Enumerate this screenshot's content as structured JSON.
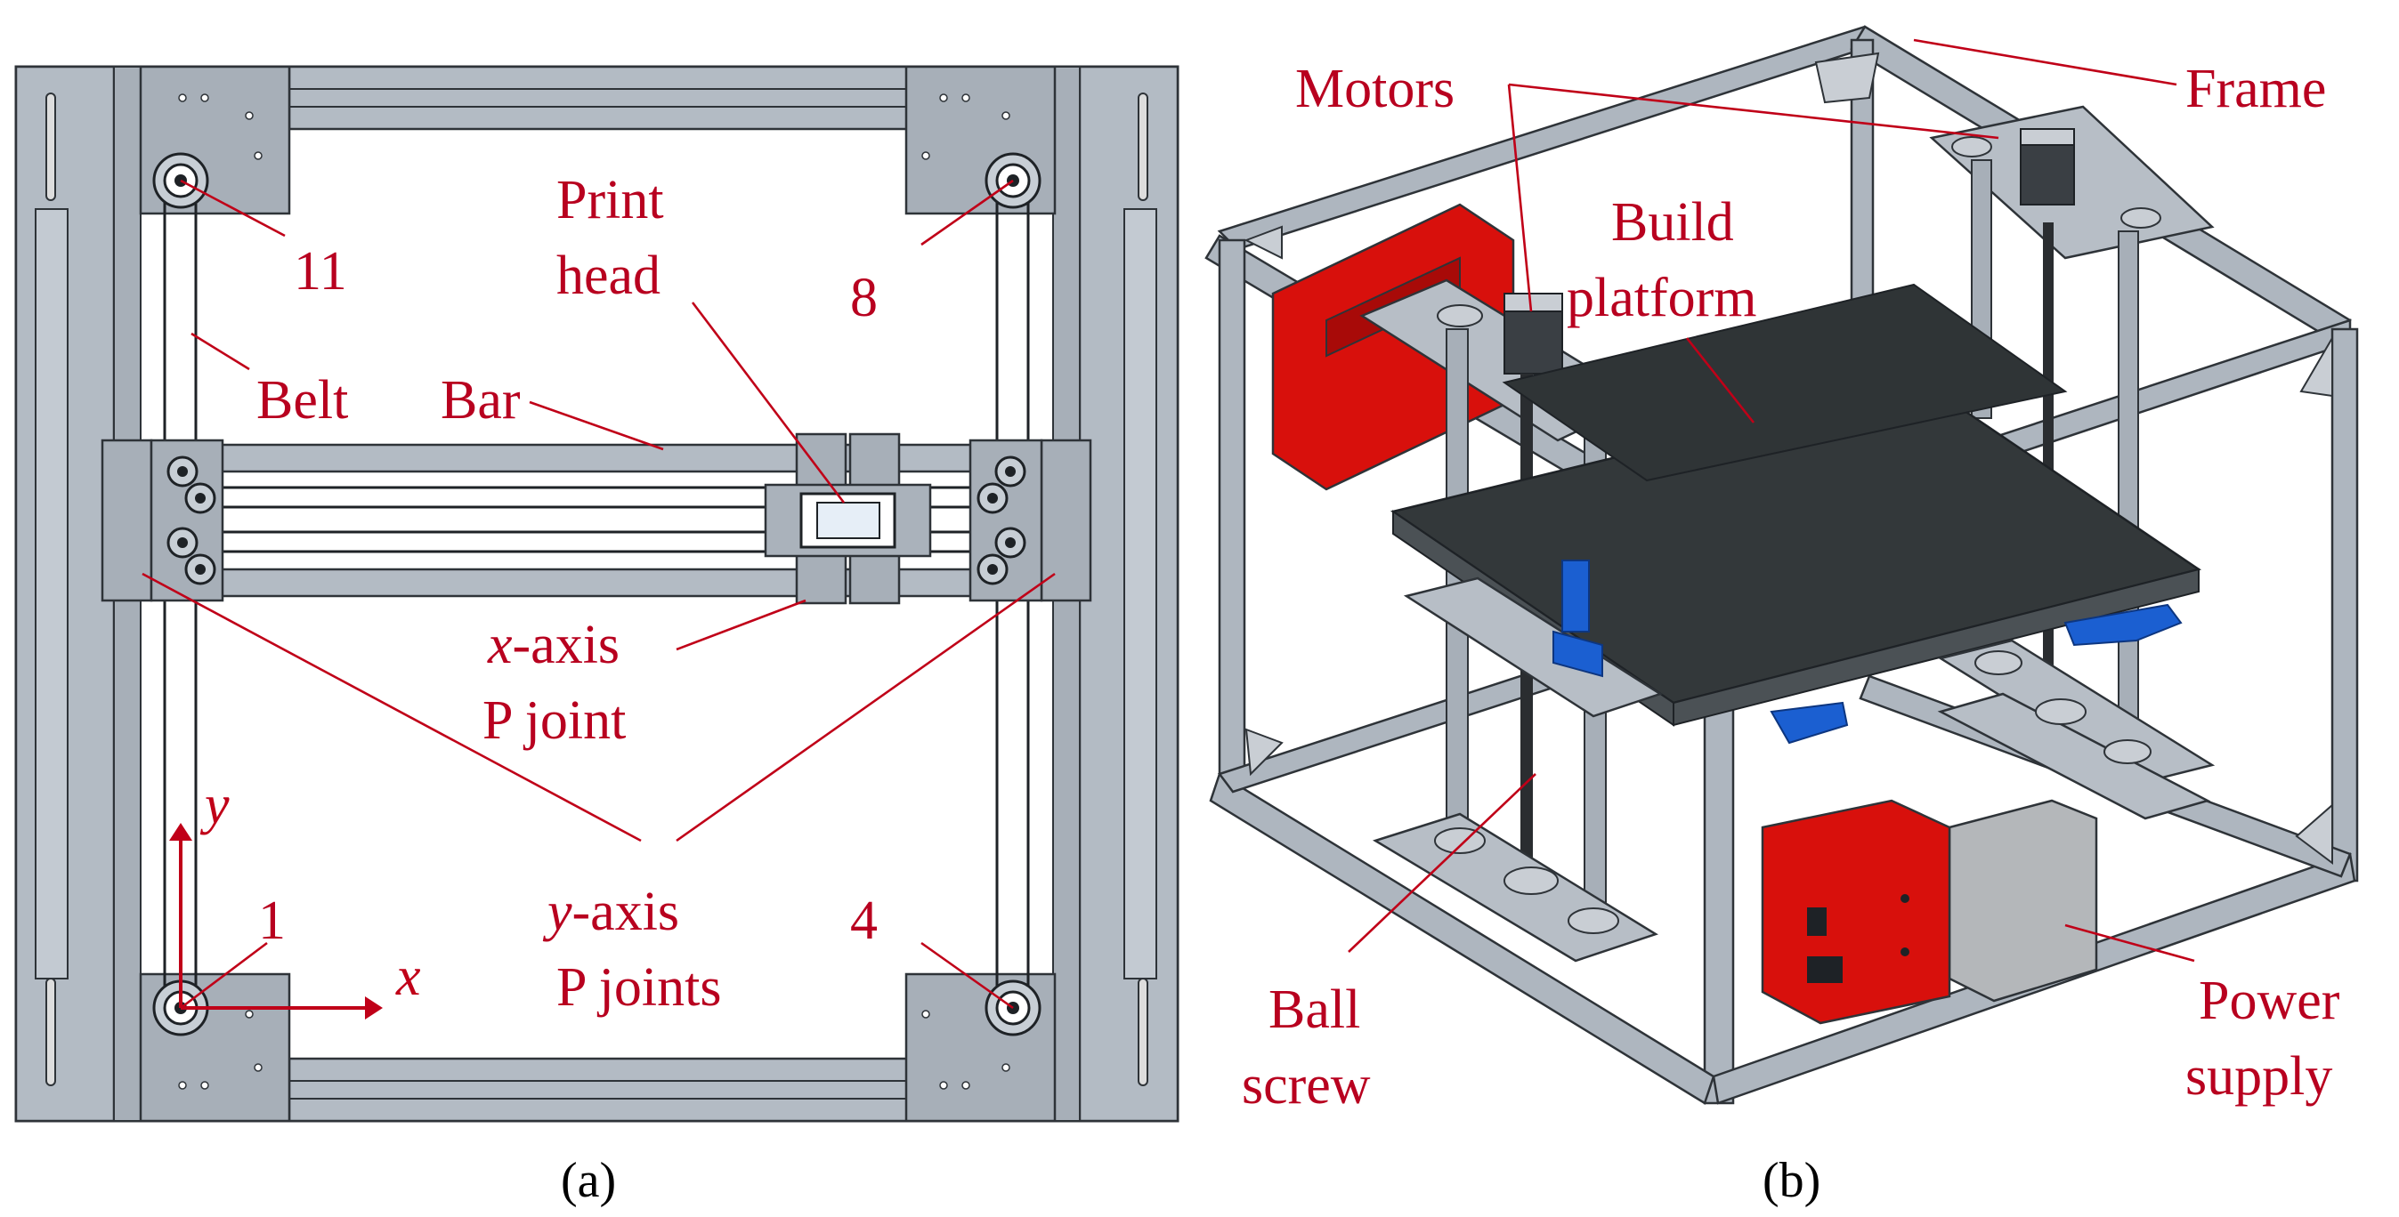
{
  "panel_a": {
    "caption": "(a)",
    "labels": {
      "print_head_line1": "Print",
      "print_head_line2": "head",
      "belt": "Belt",
      "bar": "Bar",
      "x_axis_line1_var": "x",
      "x_axis_line1_rest": "-axis",
      "x_axis_line2": "P joint",
      "y_axis_line1_var": "y",
      "y_axis_line1_rest": "-axis",
      "y_axis_line2": "P joints",
      "pulley_11": "11",
      "pulley_8": "8",
      "pulley_1": "1",
      "pulley_4": "4",
      "axis_x": "x",
      "axis_y": "y"
    }
  },
  "panel_b": {
    "caption": "(b)",
    "labels": {
      "motors": "Motors",
      "frame": "Frame",
      "build_line1": "Build",
      "build_line2": "platform",
      "ball_line1": "Ball",
      "ball_line2": "screw",
      "power_line1": "Power",
      "power_line2": "supply"
    }
  },
  "colors": {
    "annotation": "#b8001f",
    "frame_gray": "#aeb6bf",
    "plate_gray": "#a9b1ba",
    "enclosure_red": "#d8100c",
    "bed_dark": "#33383a",
    "clamp_blue": "#1b5fd1",
    "psu_gray": "#b4b7ba"
  }
}
